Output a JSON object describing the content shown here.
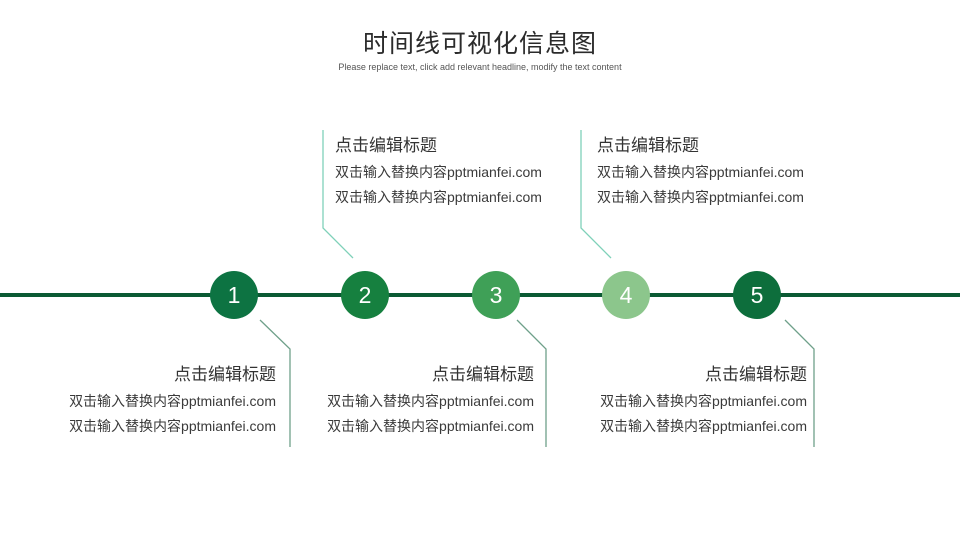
{
  "header": {
    "title": "时间线可视化信息图",
    "subtitle": "Please replace text, click add relevant headline, modify the text content"
  },
  "colors": {
    "axis": "#0b5a34",
    "connector_top": "#7fd1b9",
    "connector_bottom": "#6fa08a",
    "node_1": "#0d7342",
    "node_2": "#16803f",
    "node_3": "#3fa057",
    "node_4": "#8cc68c",
    "node_5": "#0d6e3c"
  },
  "timeline": {
    "nodes": [
      {
        "label": "1"
      },
      {
        "label": "2"
      },
      {
        "label": "3"
      },
      {
        "label": "4"
      },
      {
        "label": "5"
      }
    ],
    "cards": [
      {
        "node": "1",
        "position": "below",
        "title": "点击编辑标题",
        "lines": [
          "双击输入替换内容pptmianfei.com",
          "双击输入替换内容pptmianfei.com"
        ]
      },
      {
        "node": "2",
        "position": "above",
        "title": "点击编辑标题",
        "lines": [
          "双击输入替换内容pptmianfei.com",
          "双击输入替换内容pptmianfei.com"
        ]
      },
      {
        "node": "3",
        "position": "below",
        "title": "点击编辑标题",
        "lines": [
          "双击输入替换内容pptmianfei.com",
          "双击输入替换内容pptmianfei.com"
        ]
      },
      {
        "node": "4",
        "position": "above",
        "title": "点击编辑标题",
        "lines": [
          "双击输入替换内容pptmianfei.com",
          "双击输入替换内容pptmianfei.com"
        ]
      },
      {
        "node": "5",
        "position": "below",
        "title": "点击编辑标题",
        "lines": [
          "双击输入替换内容pptmianfei.com",
          "双击输入替换内容pptmianfei.com"
        ]
      }
    ]
  }
}
